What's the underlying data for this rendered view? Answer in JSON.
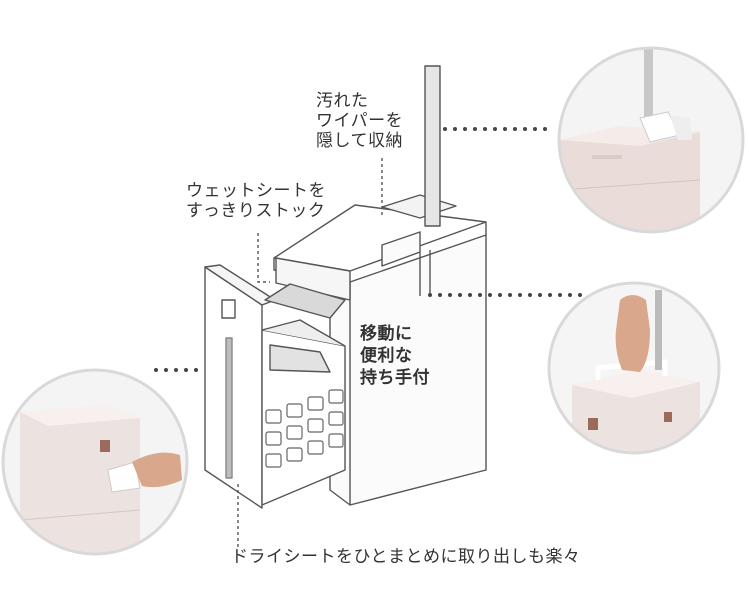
{
  "callouts": {
    "wiper_storage": [
      "汚れた",
      "ワイパーを",
      "隠して収納"
    ],
    "wet_sheet": [
      "ウェットシートを",
      "すっきりストック"
    ],
    "carry_handle": [
      "移動に",
      "便利な",
      "持ち手付"
    ],
    "dry_sheet": "ドライシートをひとまとめに取り出しも楽々"
  },
  "colors": {
    "text": "#333333",
    "outline": "#555555",
    "dots": "#444444",
    "circle_border": "#d9d9d9",
    "product_pink": "#e9dcd9"
  }
}
